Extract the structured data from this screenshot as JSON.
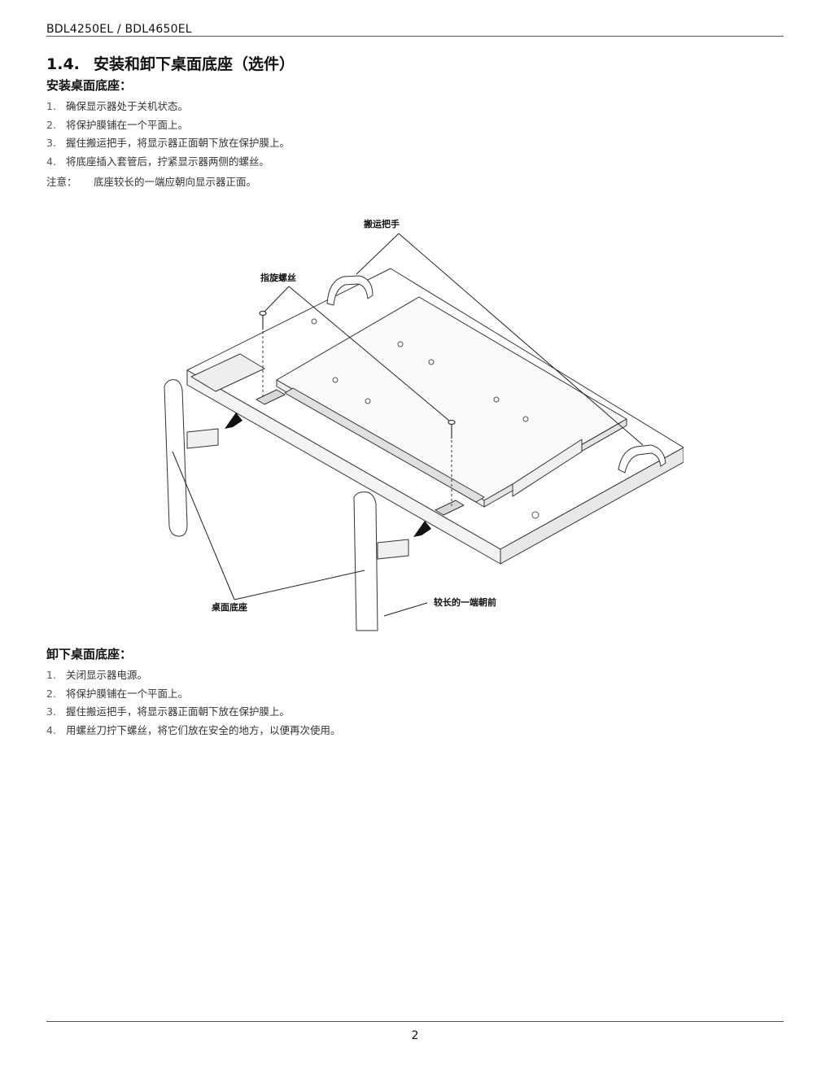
{
  "header": {
    "model": "BDL4250EL / BDL4650EL"
  },
  "section": {
    "number": "1.4.",
    "title": "安装和卸下桌面底座（选件）"
  },
  "install": {
    "title": "安装桌面底座：",
    "steps": [
      {
        "num": "1.",
        "text": "确保显示器处于关机状态。"
      },
      {
        "num": "2.",
        "text": "将保护膜铺在一个平面上。"
      },
      {
        "num": "3.",
        "text": "握住搬运把手，将显示器正面朝下放在保护膜上。"
      },
      {
        "num": "4.",
        "text": "将底座插入套管后，拧紧显示器两侧的螺丝。"
      }
    ],
    "note_label": "注意：",
    "note_text": "底座较长的一端应朝向显示器正面。"
  },
  "figure": {
    "labels": {
      "handle": "搬运把手",
      "thumbscrew": "指旋螺丝",
      "stand": "桌面底座",
      "long_end": "较长的一端朝前"
    }
  },
  "remove": {
    "title": "卸下桌面底座：",
    "steps": [
      {
        "num": "1.",
        "text": "关闭显示器电源。"
      },
      {
        "num": "2.",
        "text": "将保护膜铺在一个平面上。"
      },
      {
        "num": "3.",
        "text": "握住搬运把手，将显示器正面朝下放在保护膜上。"
      },
      {
        "num": "4.",
        "text": "用螺丝刀拧下螺丝，将它们放在安全的地方，以便再次使用。"
      }
    ]
  },
  "footer": {
    "page": "2"
  }
}
